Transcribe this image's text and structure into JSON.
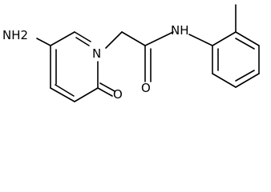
{
  "molecule": {
    "atoms": {
      "amino": "NH2",
      "ring_nitrogen": "N",
      "ring_oxygen": "O",
      "amide_nitrogen": "NH",
      "amide_oxygen": "O"
    }
  },
  "colors": {
    "bond": "#000000",
    "label": "#000000",
    "background": "#ffffff"
  }
}
